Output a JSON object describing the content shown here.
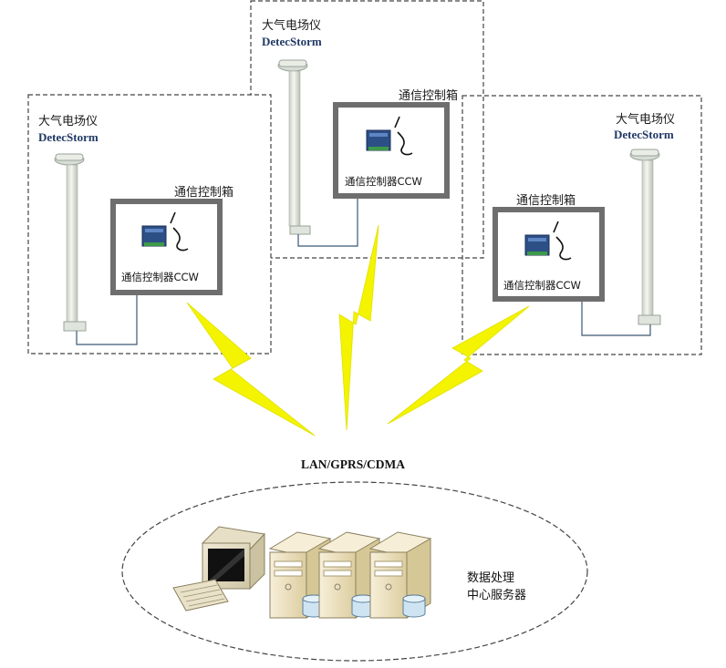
{
  "stations": [
    {
      "sensor_name": "大气电场仪",
      "sensor_model": "DetecStorm",
      "box_label": "通信控制箱",
      "controller_label": "通信控制器CCW"
    },
    {
      "sensor_name": "大气电场仪",
      "sensor_model": "DetecStorm",
      "box_label": "通信控制箱",
      "controller_label": "通信控制器CCW"
    },
    {
      "sensor_name": "大气电场仪",
      "sensor_model": "DetecStorm",
      "box_label": "通信控制箱",
      "controller_label": "通信控制器CCW"
    }
  ],
  "network_label": "LAN/GPRS/CDMA",
  "server": {
    "label_line1": "数据处理",
    "label_line2": "中心服务器"
  },
  "colors": {
    "lightning_fill": "#f4f400",
    "lightning_glow": "#fbfba0",
    "box_border": "#6e6e6e",
    "dashed": "#444444",
    "link": "#3b5876",
    "server_body": "#efe4c6",
    "disk": "#cfe4f2"
  }
}
